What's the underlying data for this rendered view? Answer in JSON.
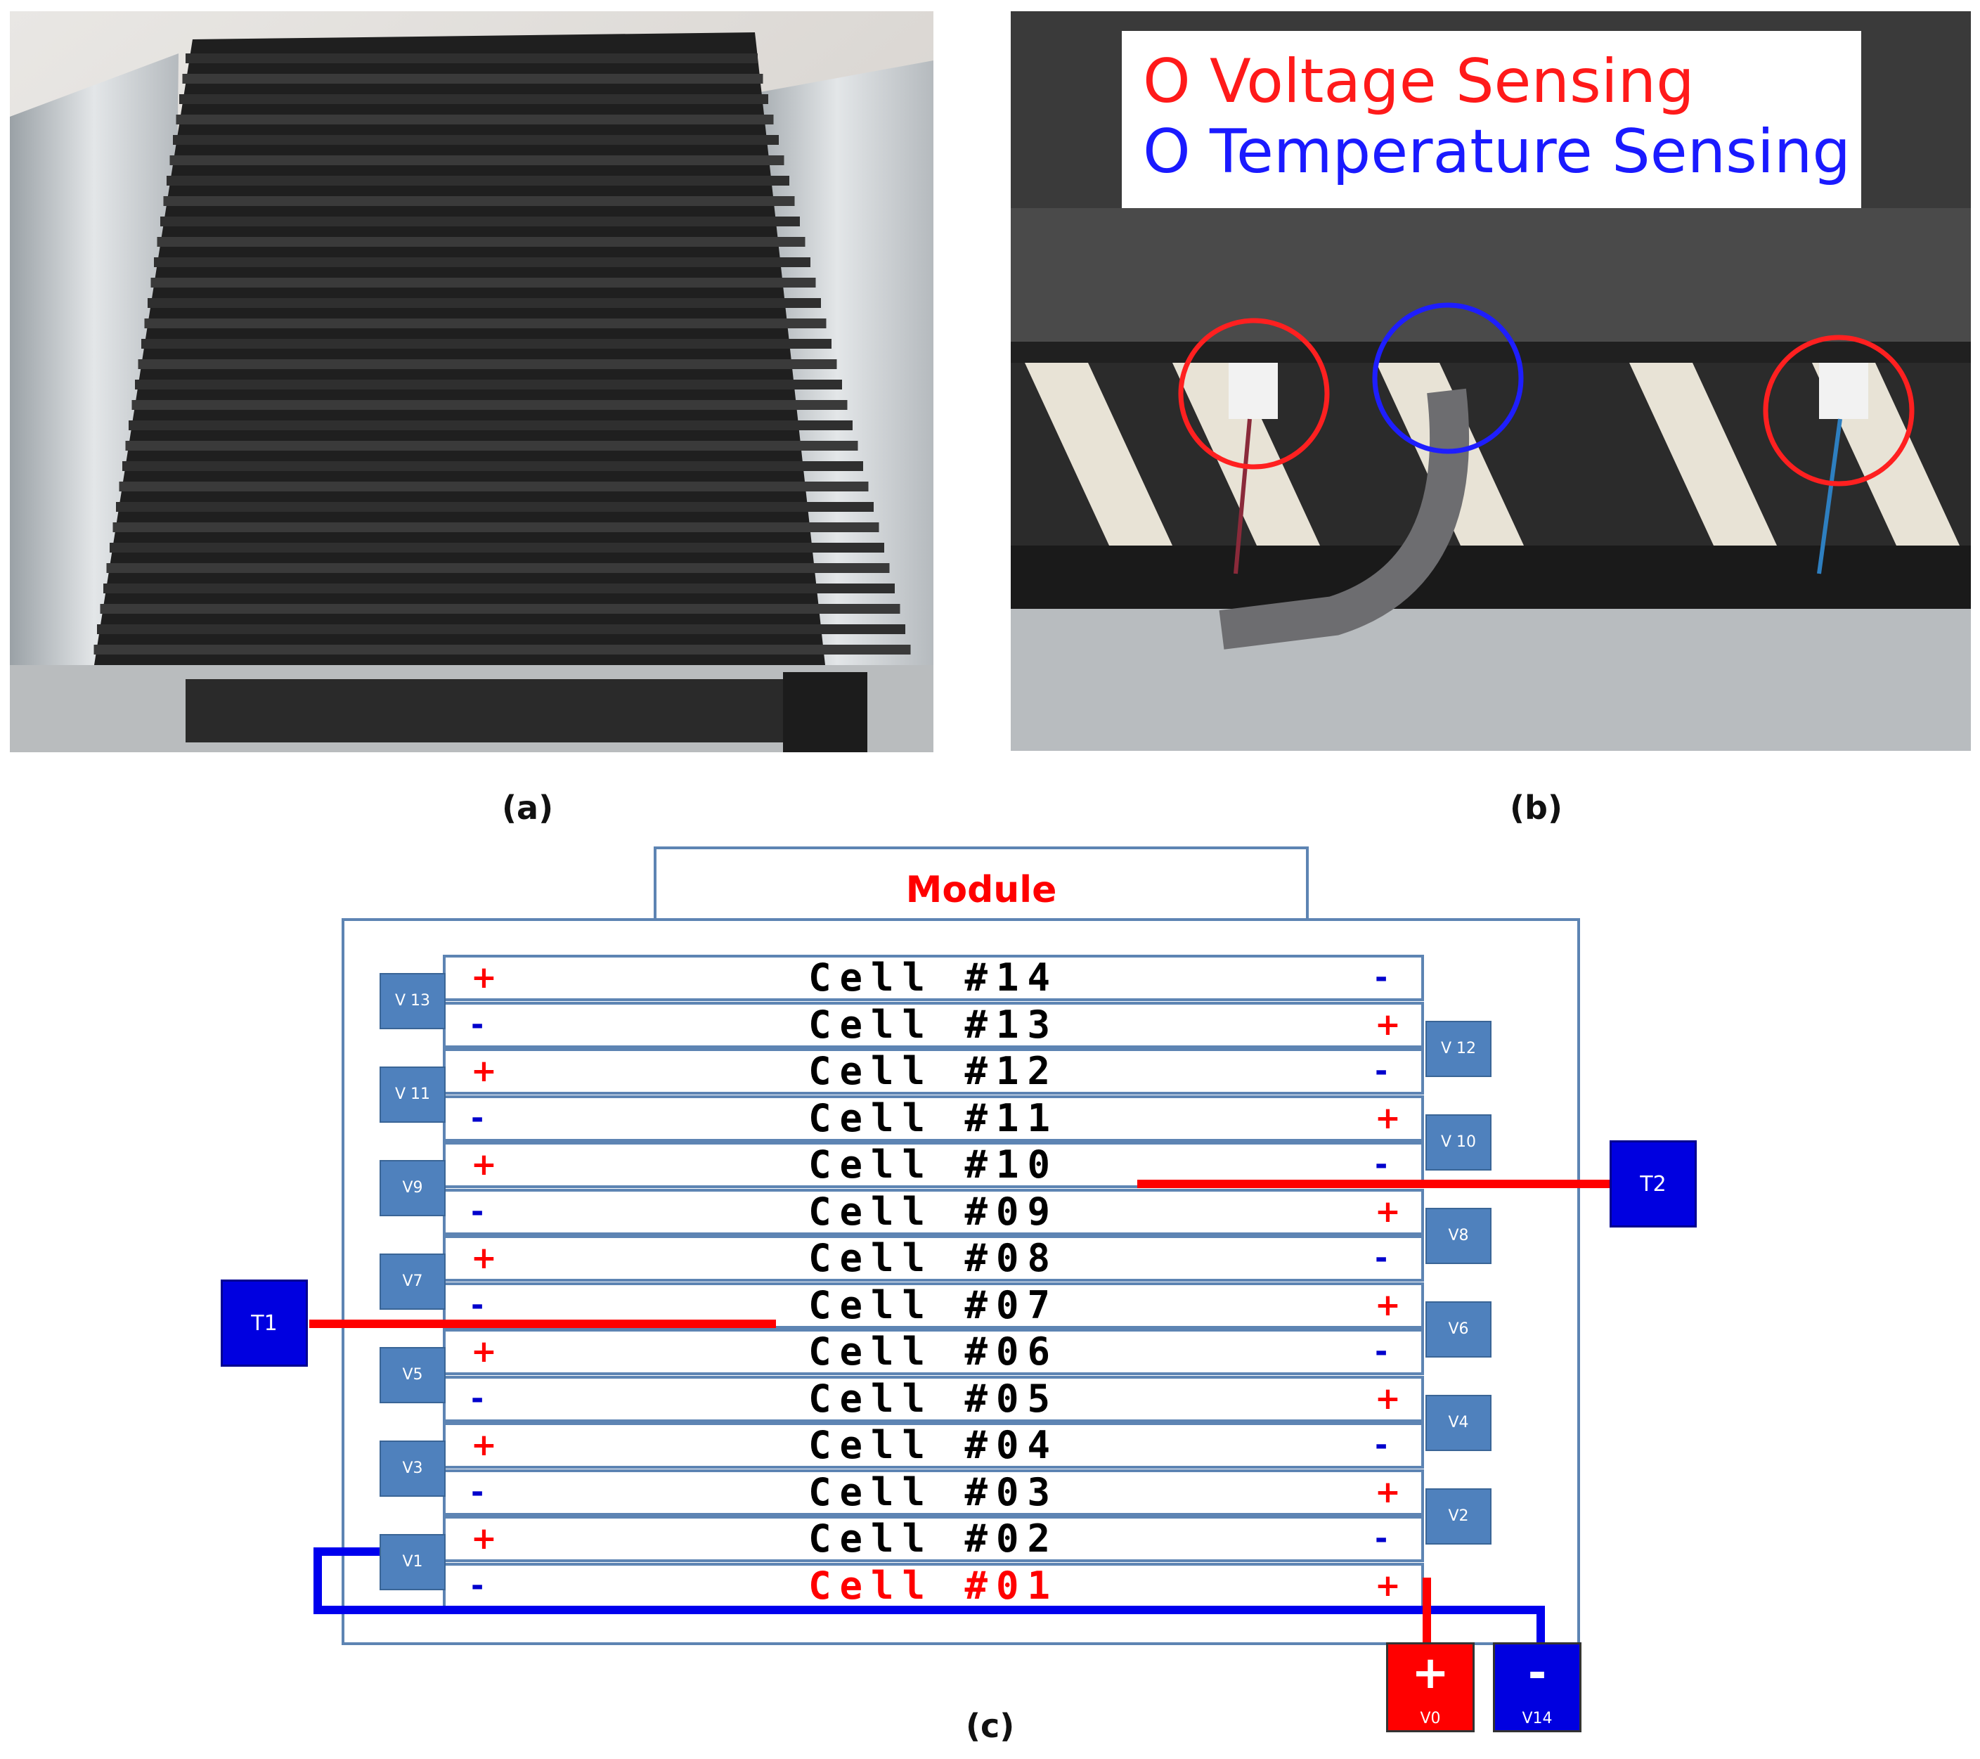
{
  "captions": {
    "a": "(a)",
    "b": "(b)",
    "c": "(c)"
  },
  "legend": {
    "voltage": {
      "symbol": "O",
      "text": "Voltage Sensing",
      "color": "#ff1a1a"
    },
    "temperature": {
      "symbol": "O",
      "text": "Temperature Sensing",
      "color": "#1a1aff"
    }
  },
  "module": {
    "title": "Module",
    "title_color": "#ff0000"
  },
  "cells": [
    {
      "label": "Cell #14",
      "left": "+",
      "right": "-"
    },
    {
      "label": "Cell #13",
      "left": "-",
      "right": "+"
    },
    {
      "label": "Cell #12",
      "left": "+",
      "right": "-"
    },
    {
      "label": "Cell #11",
      "left": "-",
      "right": "+"
    },
    {
      "label": "Cell #10",
      "left": "+",
      "right": "-"
    },
    {
      "label": "Cell #09",
      "left": "-",
      "right": "+"
    },
    {
      "label": "Cell #08",
      "left": "+",
      "right": "-"
    },
    {
      "label": "Cell #07",
      "left": "-",
      "right": "+"
    },
    {
      "label": "Cell #06",
      "left": "+",
      "right": "-"
    },
    {
      "label": "Cell #05",
      "left": "-",
      "right": "+"
    },
    {
      "label": "Cell #04",
      "left": "+",
      "right": "-"
    },
    {
      "label": "Cell #03",
      "left": "-",
      "right": "+"
    },
    {
      "label": "Cell #02",
      "left": "+",
      "right": "-"
    },
    {
      "label": "Cell #01",
      "left": "-",
      "right": "+"
    }
  ],
  "highlight_cell_color": "#ff0000",
  "voltage_taps_left": [
    "V 13",
    "V 11",
    "V9",
    "V7",
    "V5",
    "V3",
    "V1"
  ],
  "voltage_taps_right": [
    "V 12",
    "V 10",
    "V8",
    "V6",
    "V4",
    "V2"
  ],
  "temperature_sensors": {
    "t1": "T1",
    "t2": "T2"
  },
  "terminals": {
    "positive": {
      "symbol": "+",
      "label": "V0",
      "color": "#ff0000"
    },
    "negative": {
      "symbol": "-",
      "label": "V14",
      "color": "#0000e0"
    }
  },
  "colors": {
    "plus": "#ff0000",
    "minus": "#0000cc",
    "box": "#4f81bd",
    "outline": "#5d84b3"
  }
}
